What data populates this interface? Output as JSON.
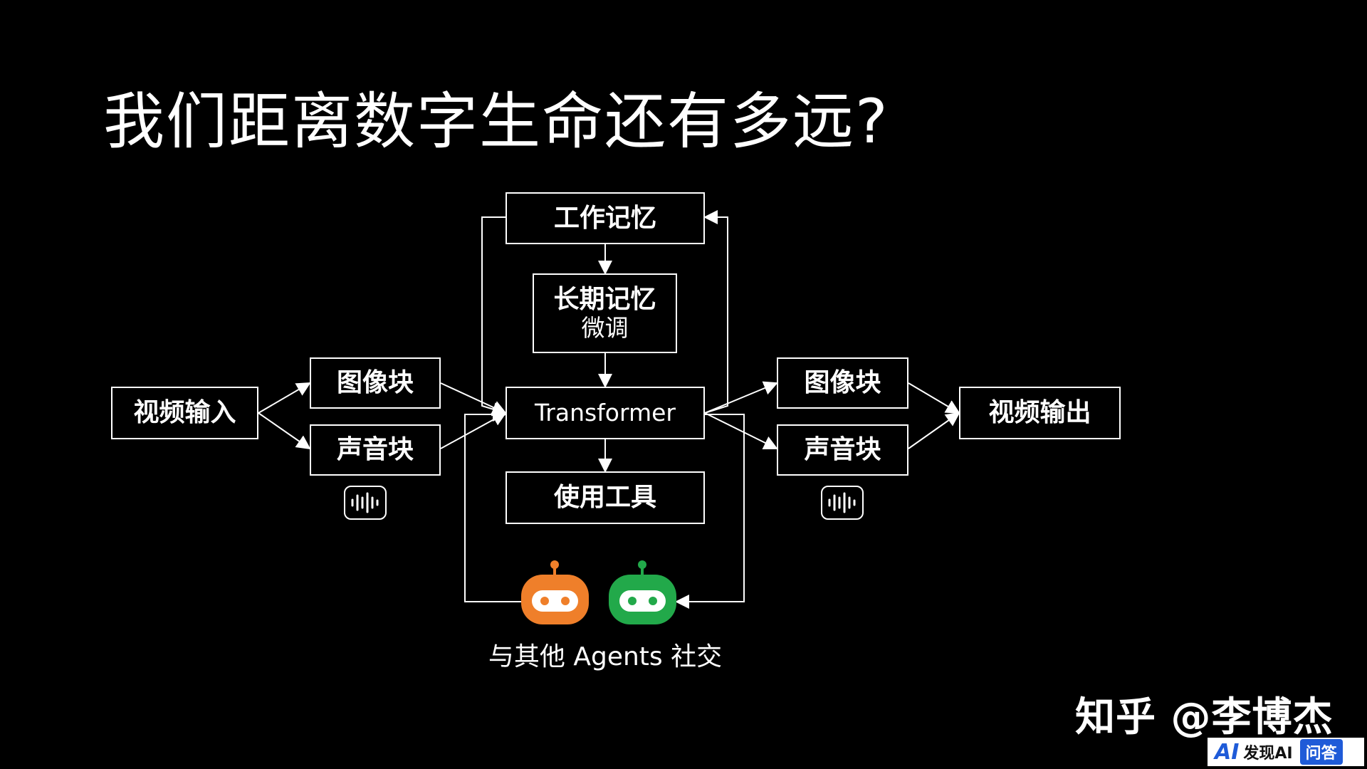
{
  "title": "我们距离数字生命还有多远?",
  "nodes": {
    "video_input": "视频输入",
    "image_block_in": "图像块",
    "audio_block_in": "声音块",
    "working_memory": "工作记忆",
    "long_term_memory": "长期记忆",
    "long_term_memory_sub": "微调",
    "transformer": "Transformer",
    "use_tools": "使用工具",
    "image_block_out": "图像块",
    "audio_block_out": "声音块",
    "video_output": "视频输出"
  },
  "agents_caption": "与其他 Agents 社交",
  "colors": {
    "agent_orange": "#ef7f2a",
    "agent_green": "#22a94a"
  },
  "icons": [
    "audio-wave-icon",
    "robot-orange-icon",
    "robot-green-icon"
  ],
  "watermark": "知乎 @李博杰",
  "badge": {
    "logo": "AI",
    "name": "发现AI",
    "qa": "问答"
  }
}
